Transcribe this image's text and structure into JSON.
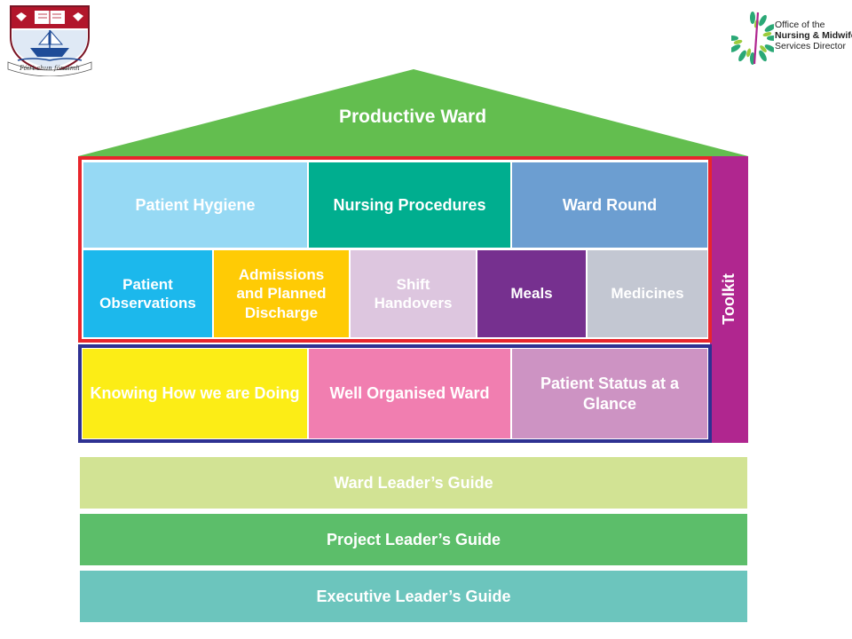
{
  "crest": {
    "motto": "Fóirt chun fónaimh"
  },
  "logo": {
    "line1": "Office of the",
    "line2": "Nursing & Midwifery",
    "line3": "Services Director"
  },
  "house": {
    "roof": {
      "label": "Productive Ward",
      "color": "#63be4f"
    },
    "toolkit": {
      "label": "Toolkit",
      "color": "#b0268f"
    },
    "modules_row1": [
      {
        "label": "Patient Hygiene",
        "color": "#96d9f4"
      },
      {
        "label": "Nursing Procedures",
        "color": "#00ae8f"
      },
      {
        "label": "Ward Round",
        "color": "#6c9ed1"
      }
    ],
    "modules_row2": [
      {
        "label": "Patient Observations",
        "color": "#1cb8ec"
      },
      {
        "label": "Admissions and Planned Discharge",
        "color": "#ffcb05"
      },
      {
        "label": "Shift Handovers",
        "color": "#ddc6df"
      },
      {
        "label": "Meals",
        "color": "#76308f"
      },
      {
        "label": "Medicines",
        "color": "#c3c7d2"
      }
    ],
    "foundation": [
      {
        "label": "Knowing How we are Doing",
        "color": "#fced16"
      },
      {
        "label": "Well Organised Ward",
        "color": "#f17eb0"
      },
      {
        "label": "Patient Status at a Glance",
        "color": "#cd93c3"
      }
    ]
  },
  "guides": [
    {
      "label": "Ward Leader’s Guide",
      "color": "#d2e394"
    },
    {
      "label": "Project Leader’s Guide",
      "color": "#5cbe6a"
    },
    {
      "label": "Executive Leader’s Guide",
      "color": "#6cc5bd"
    }
  ]
}
